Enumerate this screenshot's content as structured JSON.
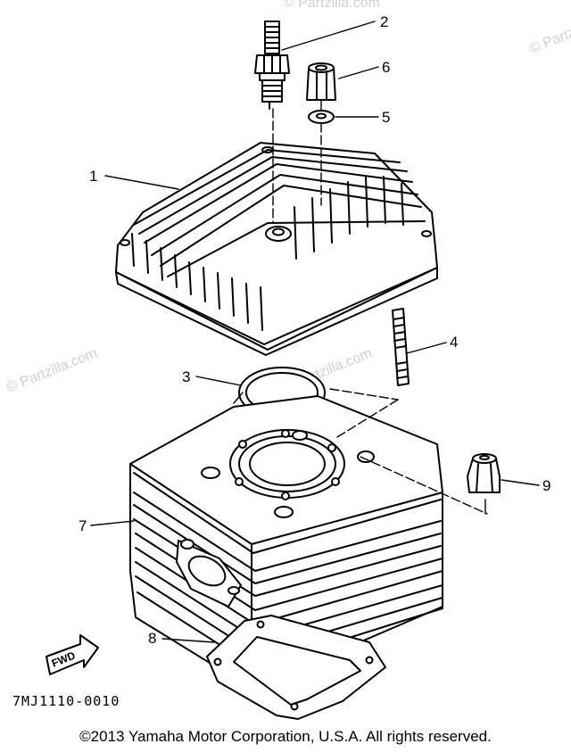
{
  "diagram": {
    "callouts": [
      "1",
      "2",
      "3",
      "4",
      "5",
      "6",
      "7",
      "8",
      "9"
    ],
    "part_code": "7MJ1110-0010",
    "fwd_label": "FWD",
    "watermarks": [
      "© Partzilla.com",
      "© Partzilla.com",
      "© Partzilla.com",
      "© Partzilla.com"
    ]
  },
  "footer": {
    "copyright": "©2013  Yamaha Motor Corporation, U.S.A. All rights reserved."
  }
}
